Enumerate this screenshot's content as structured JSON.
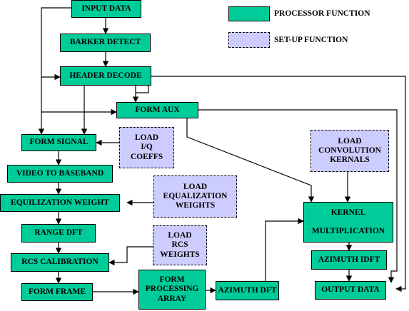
{
  "legend": {
    "processor": {
      "label": "PROCESSOR FUNCTION",
      "color": "#00cc99"
    },
    "setup": {
      "label": "SET-UP FUNCTION",
      "color": "#ccccff"
    }
  },
  "boxes": {
    "input_data": "INPUT DATA",
    "barker_detect": "BARKER DETECT",
    "header_decode": "HEADER DECODE",
    "form_aux": "FORM AUX",
    "form_signal": "FORM SIGNAL",
    "video_to_baseband": "VIDEO TO BASEBAND",
    "equilization_weight": "EQUILIZATION WEIGHT",
    "range_dft": "RANGE DFT",
    "rcs_calibration": "RCS CALIBRATION",
    "form_frame": "FORM FRAME",
    "form_processing_array": "FORM\nPROCESSING\nARRAY",
    "azimuth_dft": "AZIMUTH DFT",
    "kernel_multiplication": "KERNEL\n\nMULTIPLICATION",
    "azimuth_idft": "AZIMUTH IDFT",
    "output_data": "OUTPUT DATA",
    "load_iq_coeffs": "LOAD\nI/Q\nCOEFFS",
    "load_equalization_weights": "LOAD\nEQUALIZATION\nWEIGHTS",
    "load_rcs_weights": "LOAD\nRCS\nWEIGHTS",
    "load_convolution_kernals": "LOAD\nCONVOLUTION\nKERNALS"
  }
}
